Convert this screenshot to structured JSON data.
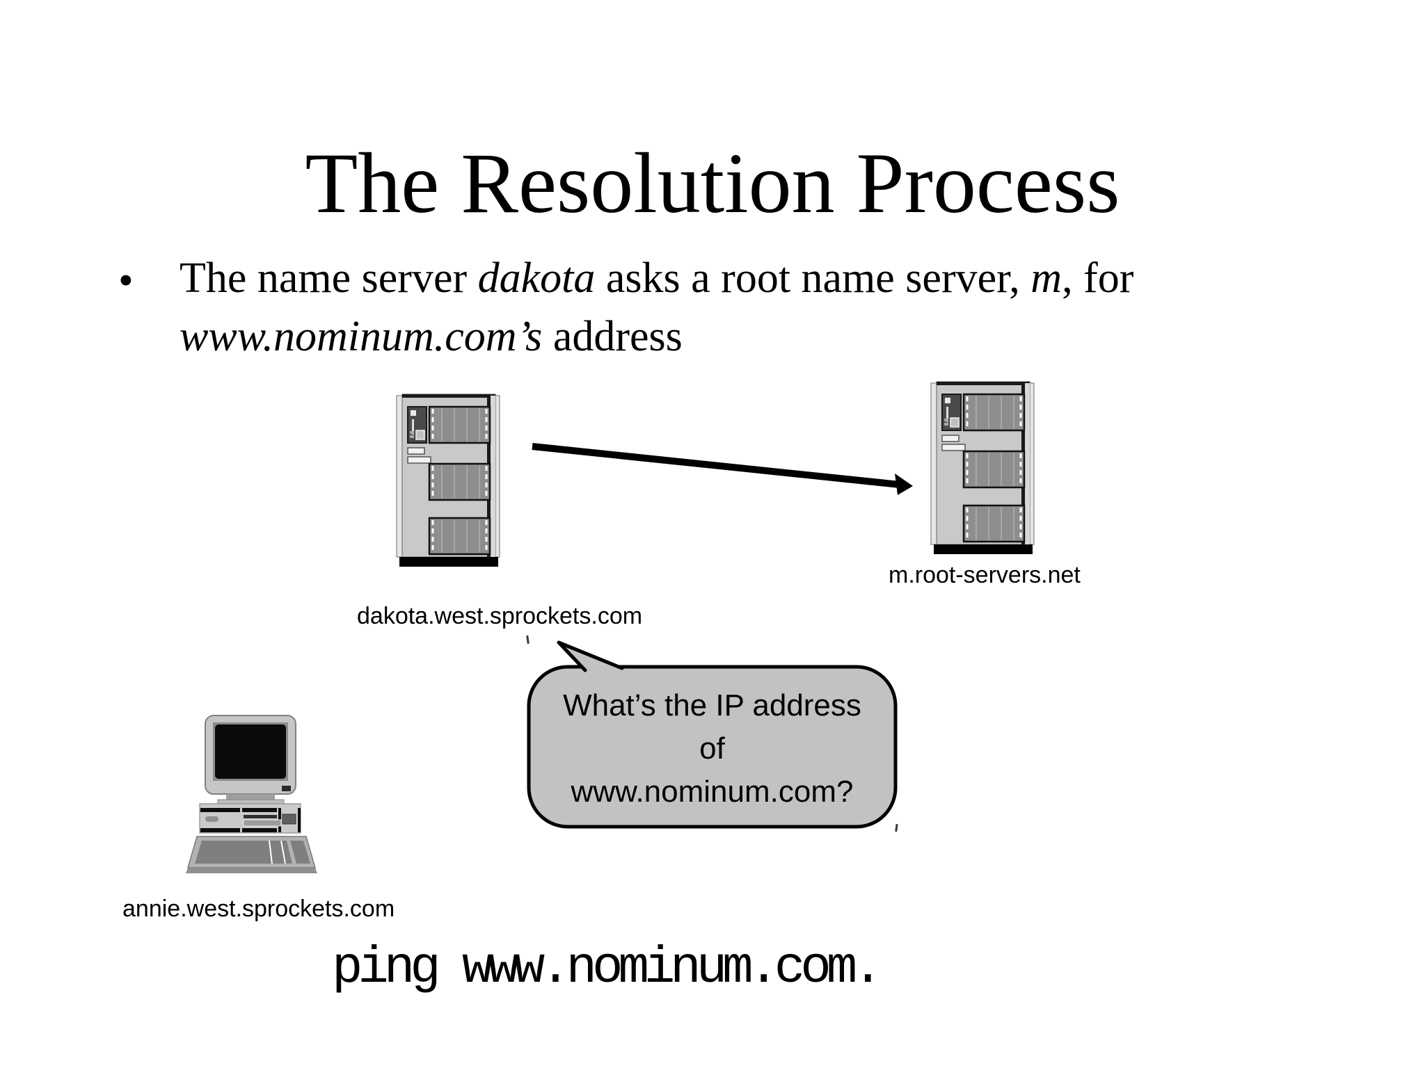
{
  "slide": {
    "title": "The Resolution Process",
    "bullet": {
      "glyph": "•",
      "l1_pre": "The name server ",
      "l1_em1": "dakota",
      "l1_mid": " asks a root name server, ",
      "l1_em2": "m",
      "l1_post": ", for",
      "l2_em": "www.nominum.com’s",
      "l2_post": " address"
    }
  },
  "diagram": {
    "resolver_server": {
      "label": "dakota.west.sprockets.com"
    },
    "root_server": {
      "label": "m.root-servers.net"
    },
    "client_computer": {
      "label": "annie.west.sprockets.com"
    },
    "speech_bubble": {
      "text": "What’s the IP address\nof\nwww.nominum.com?"
    },
    "command": "ping www.nominum.com.",
    "colors": {
      "background": "#ffffff",
      "text": "#000000",
      "server_body": "#c9c9c9",
      "server_bay": "#8e8e8e",
      "server_base": "#000000",
      "bubble_fill": "#c2c2c2",
      "outline": "#000000"
    }
  }
}
